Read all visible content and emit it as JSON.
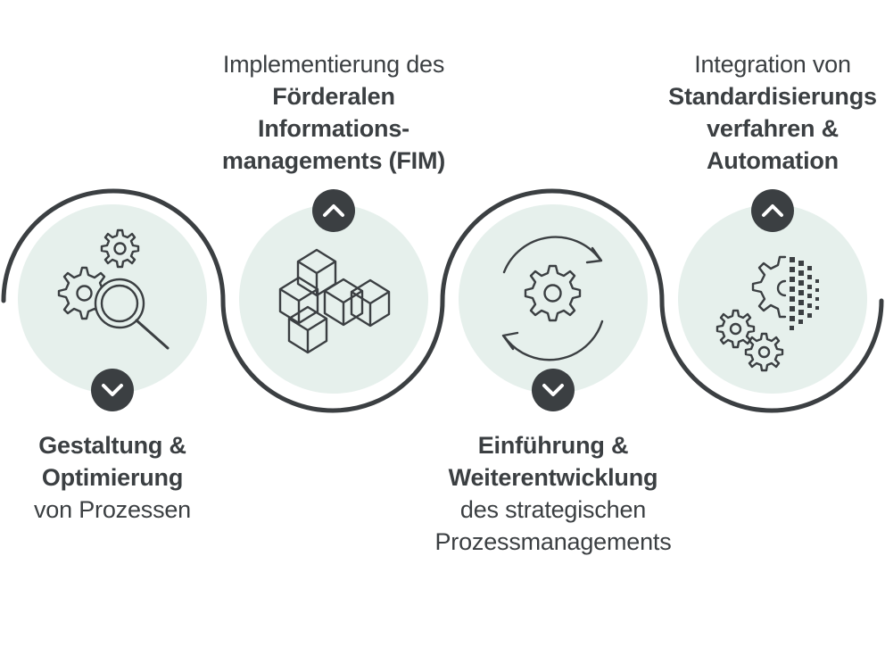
{
  "steps": [
    {
      "id": "prozesse",
      "icon": "gears-magnifier-icon",
      "arrow": "chevron-down-icon",
      "bold_lines": [
        "Gestaltung &",
        "Optimierung"
      ],
      "normal_lines": [
        "von Prozessen"
      ]
    },
    {
      "id": "fim",
      "icon": "cubes-icon",
      "arrow": "chevron-up-icon",
      "pre_lines": [
        "Implementierung des"
      ],
      "bold_lines": [
        "Förderalen",
        "Informations-",
        "managements (FIM)"
      ]
    },
    {
      "id": "strategie",
      "icon": "gear-cycle-icon",
      "arrow": "chevron-down-icon",
      "bold_lines": [
        "Einführung &",
        "Weiterentwicklung"
      ],
      "normal_lines": [
        "des strategischen",
        "Prozessmanagements"
      ]
    },
    {
      "id": "automation",
      "icon": "gears-digital-icon",
      "arrow": "chevron-up-icon",
      "pre_lines": [
        "Integration von"
      ],
      "bold_lines": [
        "Standardisierungs",
        "verfahren &",
        "Automation"
      ]
    }
  ],
  "colors": {
    "circle_fill": "#e6f0ec",
    "line": "#3b3f42",
    "badge": "#3b3f42",
    "badge_chevron": "#ffffff"
  }
}
